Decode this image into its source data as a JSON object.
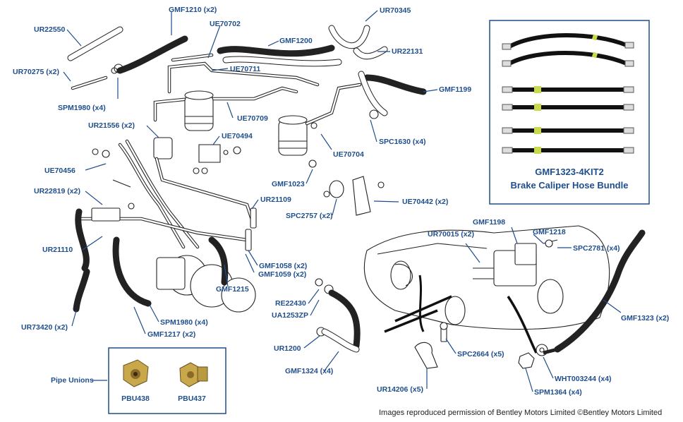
{
  "labels": {
    "ur22550": "UR22550",
    "gmf1210": "GMF1210 (x2)",
    "ue70702": "UE70702",
    "gmf1200": "GMF1200",
    "ur70345": "UR70345",
    "ur22131": "UR22131",
    "ur70275": "UR70275 (x2)",
    "ue70711": "UE70711",
    "gmf1199": "GMF1199",
    "spm1980a": "SPM1980 (x4)",
    "ue70709": "UE70709",
    "ur21556": "UR21556 (x2)",
    "spc1630": "SPC1630 (x4)",
    "ue70494": "UE70494",
    "ue70704": "UE70704",
    "ue70456": "UE70456",
    "gmf1023": "GMF1023",
    "ur22819": "UR22819 (x2)",
    "ue70442": "UE70442 (x2)",
    "ur21109": "UR21109",
    "spc2757": "SPC2757 (x2)",
    "ur21110": "UR21110",
    "ur70015": "UR70015 (x2)",
    "gmf1198": "GMF1198",
    "gmf1218": "GMF1218",
    "spc2781": "SPC2781 (x4)",
    "gmf1058": "GMF1058 (x2)",
    "gmf1059": "GMF1059 (x2)",
    "gmf1215": "GMF1215",
    "re22430": "RE22430",
    "ua1253zp": "UA1253ZP",
    "ur73420": "UR73420 (x2)",
    "spm1980b": "SPM1980 (x4)",
    "gmf1217": "GMF1217 (x2)",
    "gmf1323": "GMF1323 (x2)",
    "ur1200": "UR1200",
    "spc2664": "SPC2664 (x5)",
    "wht003244": "WHT003244 (x4)",
    "gmf1324": "GMF1324 (x4)",
    "spm1364": "SPM1364 (x4)",
    "ur14206": "UR14206 (x5)"
  },
  "bundle_box": {
    "title_line1": "GMF1323-4KIT2",
    "title_line2": "Brake Caliper Hose Bundle"
  },
  "pipe_unions": {
    "title": "Pipe Unions",
    "left": "PBU438",
    "right": "PBU437"
  },
  "footer": "Images reproduced permission of Bentley Motors Limited ©Bentley Motors Limited",
  "colors": {
    "label": "#1f4e8c",
    "bundle_band": "#c8d94a"
  }
}
